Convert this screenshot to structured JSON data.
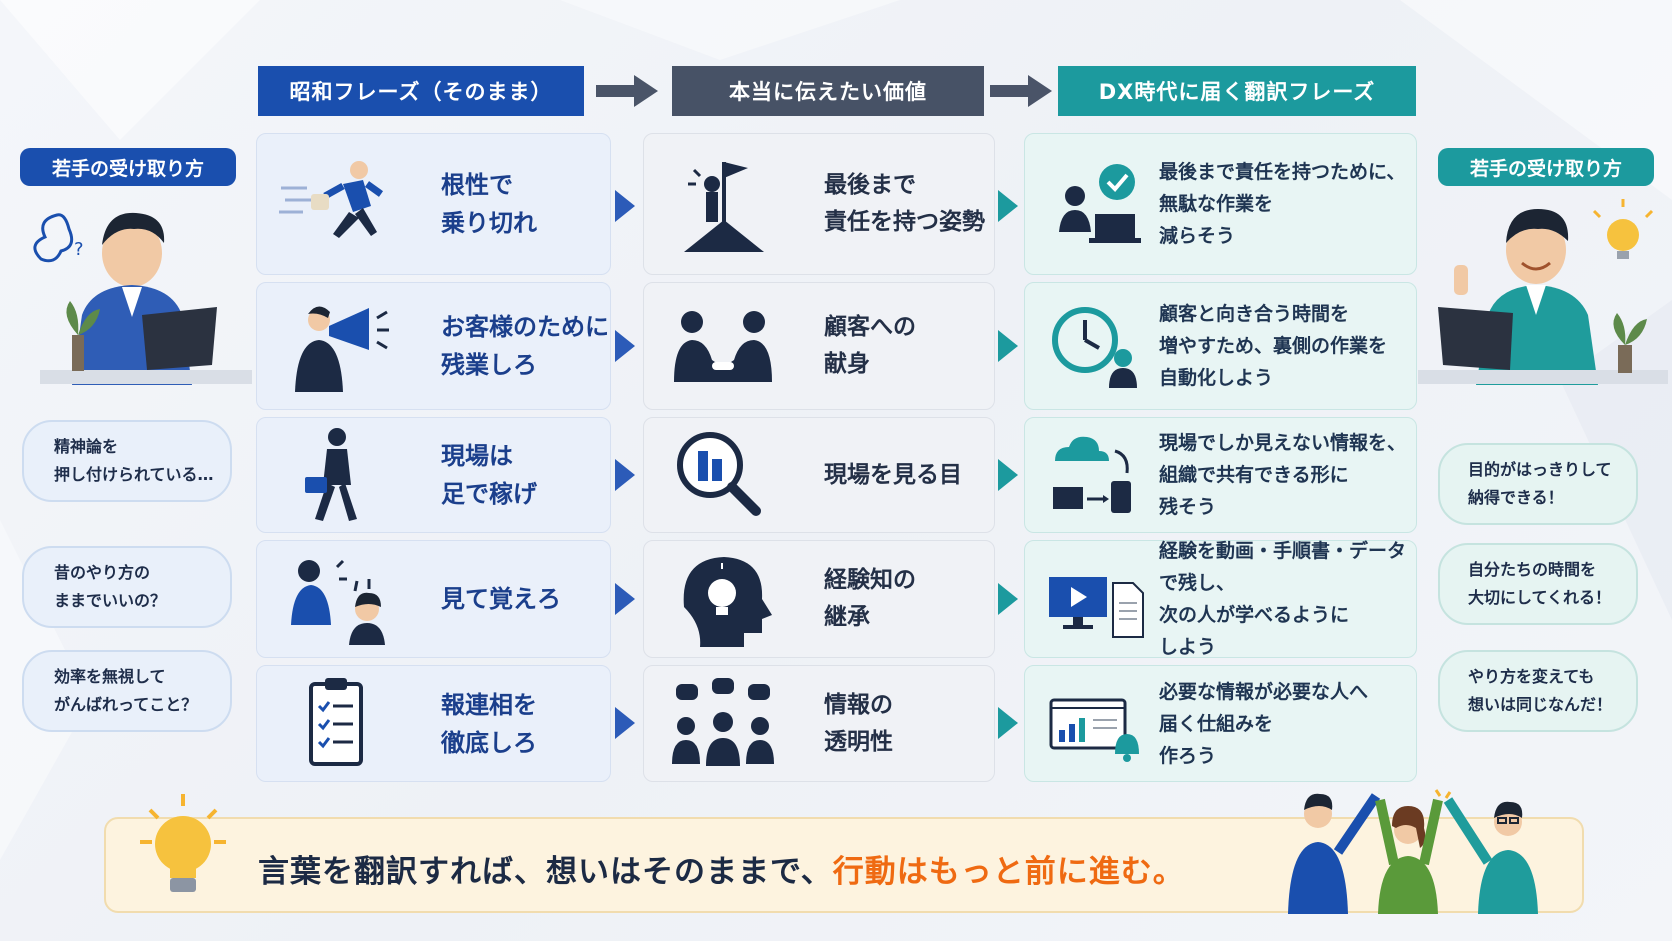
{
  "headers": {
    "col1": "昭和フレーズ（そのまま）",
    "col2": "本当に伝えたい価値",
    "col3": "DX時代に届く翻訳フレーズ"
  },
  "side_labels": {
    "left": "若手の受け取り方",
    "right": "若手の受け取り方"
  },
  "rows": [
    {
      "phrase": "根性で\n乗り切れ",
      "phrase_icon": "running-man-icon",
      "value": "最後まで\n責任を持つ姿勢",
      "value_icon": "summit-flag-icon",
      "translation": "最後まで責任を持つために、\n無駄な作業を\n減らそう",
      "translation_icon": "laptop-check-icon"
    },
    {
      "phrase": "お客様のために\n残業しろ",
      "phrase_icon": "megaphone-icon",
      "value": "顧客への\n献身",
      "value_icon": "handshake-icon",
      "translation": "顧客と向き合う時間を\n増やすため、裏側の作業を\n自動化しよう",
      "translation_icon": "clock-person-icon"
    },
    {
      "phrase": "現場は\n足で稼げ",
      "phrase_icon": "walking-briefcase-icon",
      "value": "現場を見る目",
      "value_icon": "magnifier-building-icon",
      "translation": "現場でしか見えない情報を、\n組織で共有できる形に\n残そう",
      "translation_icon": "cloud-sync-icon"
    },
    {
      "phrase": "見て覚えろ",
      "phrase_icon": "boss-observer-icon",
      "value": "経験知の\n継承",
      "value_icon": "head-lightbulb-icon",
      "translation": "経験を動画・手順書・データで残し、\n次の人が学べるように\nしよう",
      "translation_icon": "video-document-icon"
    },
    {
      "phrase": "報連相を\n徹底しろ",
      "phrase_icon": "checklist-clipboard-icon",
      "value": "情報の\n透明性",
      "value_icon": "team-chat-icon",
      "translation": "必要な情報が必要な人へ\n届く仕組みを\n作ろう",
      "translation_icon": "dashboard-bell-icon"
    }
  ],
  "left_bubbles": [
    "精神論を\n押し付けられている…",
    "昔のやり方の\nままでいいの？",
    "効率を無視して\nがんばれってこと？"
  ],
  "right_bubbles": [
    "目的がはっきりして\n納得できる！",
    "自分たちの時間を\n大切にしてくれる！",
    "やり方を変えても\n想いは同じなんだ！"
  ],
  "banner": {
    "text_main": "言葉を翻訳すれば、想いはそのままで、",
    "text_highlight": "行動はもっと前に進む。"
  },
  "colors": {
    "navy": "#1a4fae",
    "slate": "#475266",
    "teal": "#1c9a9e",
    "orange_highlight": "#ef6a12"
  }
}
